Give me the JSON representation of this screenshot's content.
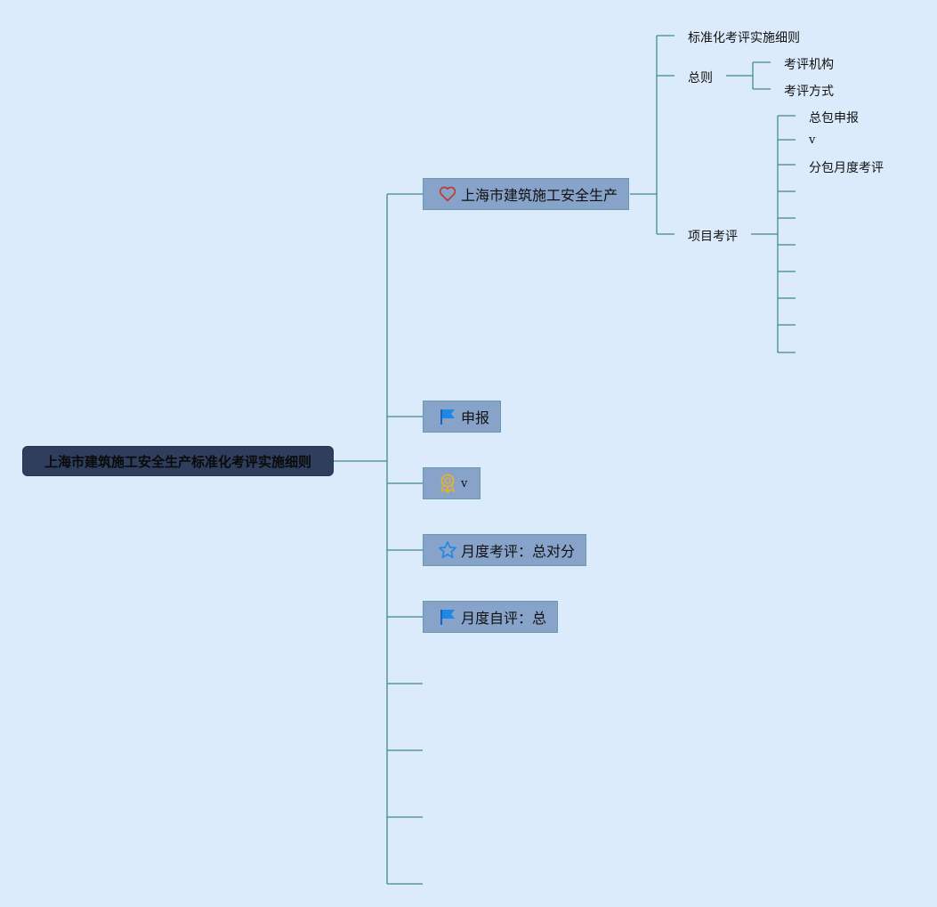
{
  "root": {
    "label": "上海市建筑施工安全生产标准化考评实施细则"
  },
  "branches": [
    {
      "label": "上海市建筑施工安全生产",
      "icon": "heart-icon"
    },
    {
      "label": "申报",
      "icon": "flag-icon"
    },
    {
      "label": "v",
      "icon": "award-ribbon-icon"
    },
    {
      "label": "月度考评：总对分",
      "icon": "star-icon"
    },
    {
      "label": "月度自评：总",
      "icon": "flag-icon"
    }
  ],
  "subtree": {
    "level1": [
      "标准化考评实施细则",
      "总则",
      "项目考评"
    ],
    "general_children": [
      "考评机构",
      "考评方式"
    ],
    "project_children": [
      "总包申报",
      "v",
      "分包月度考评"
    ]
  },
  "colors": {
    "background": "#dcebfb",
    "root_fill": "#2e3e5c",
    "node_fill": "#87a3c9",
    "line": "#3f8a8a",
    "line_light": "#7fb3bd",
    "heart": "#c0392b",
    "flag": "#1e88e5",
    "award": "#e0b03a",
    "star": "#1e88e5"
  }
}
